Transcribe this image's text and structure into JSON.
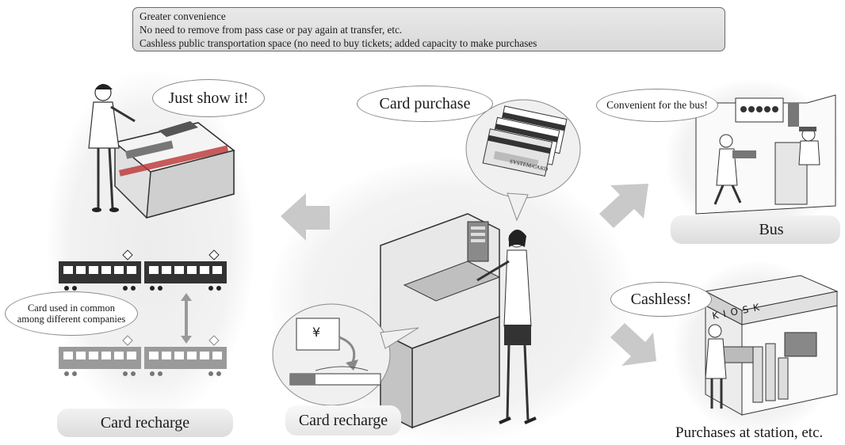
{
  "benefits": {
    "line1": "Greater convenience",
    "line2": "No need to remove from pass case or pay again at transfer, etc.",
    "line3": "Cashless public transportation space (no need to buy tickets; added capacity to make purchases"
  },
  "gate": {
    "bubble": "Just show it!"
  },
  "common": {
    "note": "Card used in common among different companies"
  },
  "left_label": "Card recharge",
  "center": {
    "purchase_bubble": "Card purchase",
    "card_text": "SYSTEM/CARD",
    "yen_symbol": "¥",
    "recharge_label": "Card recharge"
  },
  "bus": {
    "bubble": "Convenient for the bus!",
    "label": "Bus"
  },
  "kiosk": {
    "sign": "KIOSK",
    "bubble": "Cashless!",
    "label": "Purchases at station, etc."
  },
  "colors": {
    "halo": "#ececec",
    "plate": "#dcdcdc",
    "arrow": "#c9c9c9",
    "train_dark": "#333333",
    "train_light": "#9a9a9a"
  }
}
